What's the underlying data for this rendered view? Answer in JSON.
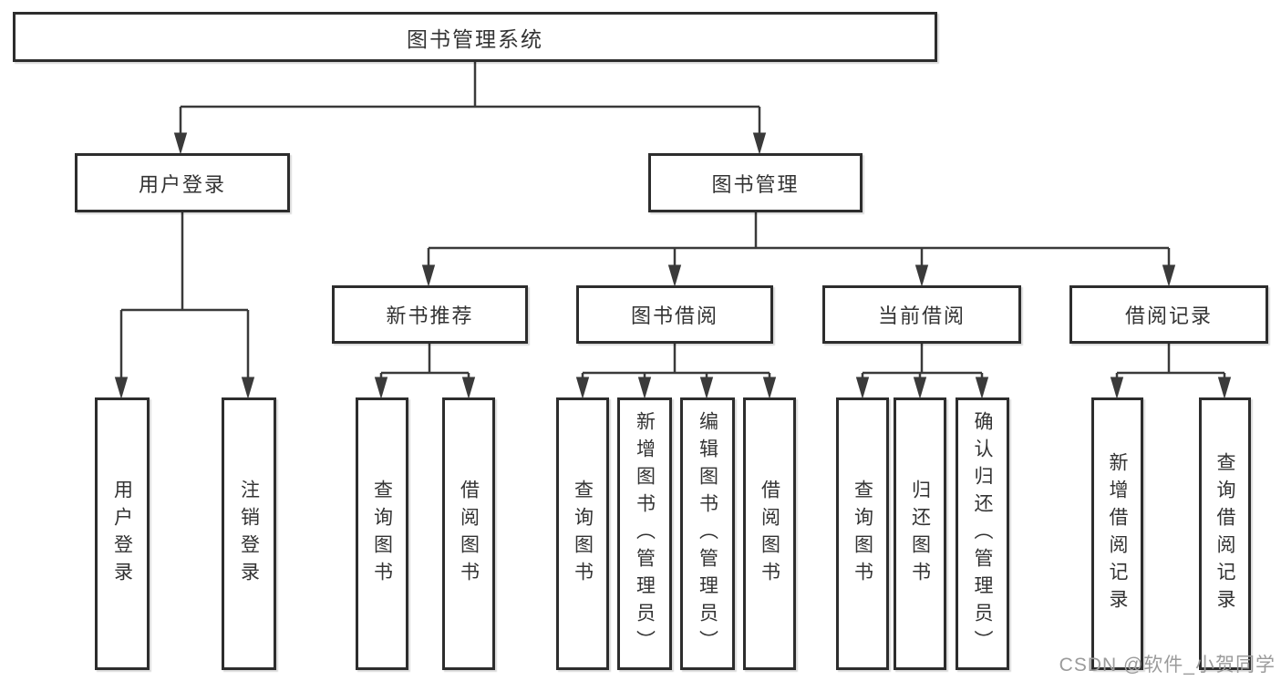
{
  "diagram": {
    "title": "图书管理系统",
    "root": {
      "label": "图书管理系统"
    },
    "level2": [
      {
        "id": "user-login",
        "label": "用户登录"
      },
      {
        "id": "book-management",
        "label": "图书管理"
      }
    ],
    "level3": [
      {
        "id": "new-book-recommend",
        "label": "新书推荐"
      },
      {
        "id": "book-borrow",
        "label": "图书借阅"
      },
      {
        "id": "current-borrow",
        "label": "当前借阅"
      },
      {
        "id": "borrow-records",
        "label": "借阅记录"
      }
    ],
    "leaves": [
      {
        "parent": "user-login",
        "label": "用户登录"
      },
      {
        "parent": "user-login",
        "label": "注销登录"
      },
      {
        "parent": "new-book-recommend",
        "label": "查询图书"
      },
      {
        "parent": "new-book-recommend",
        "label": "借阅图书"
      },
      {
        "parent": "book-borrow",
        "label": "查询图书"
      },
      {
        "parent": "book-borrow",
        "label": "新增图书（管理员）"
      },
      {
        "parent": "book-borrow",
        "label": "编辑图书（管理员）"
      },
      {
        "parent": "book-borrow",
        "label": "借阅图书"
      },
      {
        "parent": "current-borrow",
        "label": "查询图书"
      },
      {
        "parent": "current-borrow",
        "label": "归还图书"
      },
      {
        "parent": "current-borrow",
        "label": "确认归还（管理员）"
      },
      {
        "parent": "borrow-records",
        "label": "新增借阅记录"
      },
      {
        "parent": "borrow-records",
        "label": "查询借阅记录"
      }
    ]
  },
  "watermark": {
    "text": "CSDN @软件_小贺同学",
    "color": "#9b9b9b"
  },
  "colors": {
    "background": "#ffffff",
    "line": "#3a3a3a",
    "node_border": "#2d2d2d",
    "node_fill": "#ffffff",
    "node_text": "#333333",
    "watermark": "#9b9b9b"
  }
}
